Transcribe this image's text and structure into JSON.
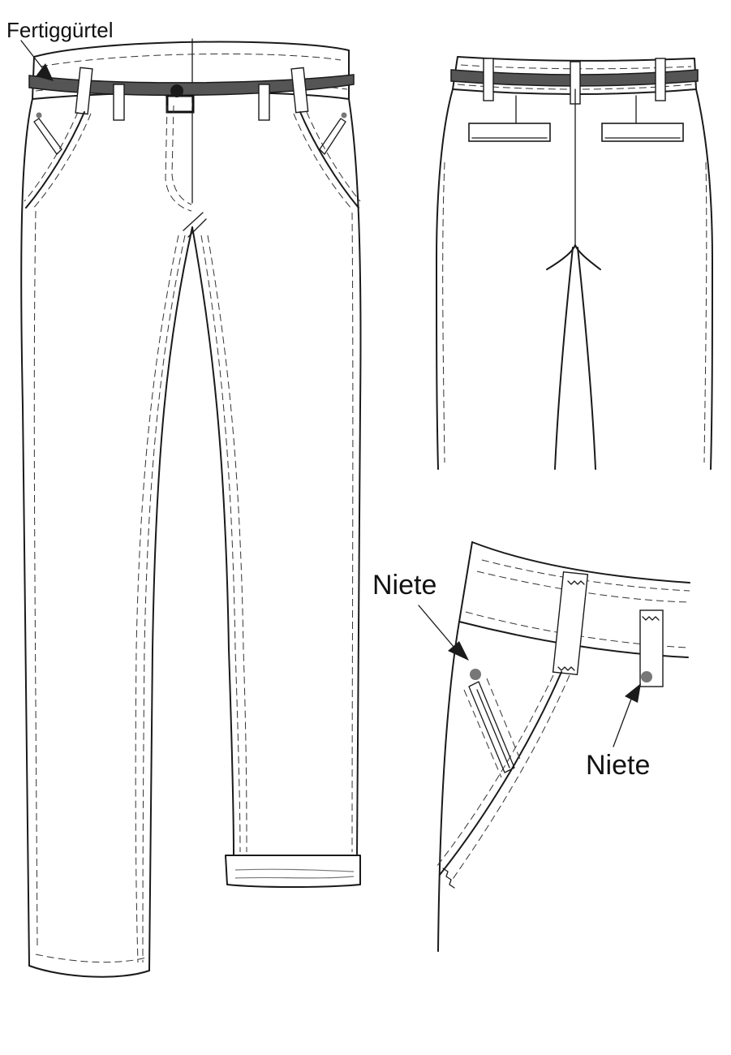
{
  "labels": {
    "belt": "Fertiggürtel",
    "rivet_top": "Niete",
    "rivet_bottom": "Niete"
  },
  "colors": {
    "line": "#1a1a1a",
    "belt": "#555555",
    "rivet": "#777777",
    "background": "#ffffff"
  }
}
